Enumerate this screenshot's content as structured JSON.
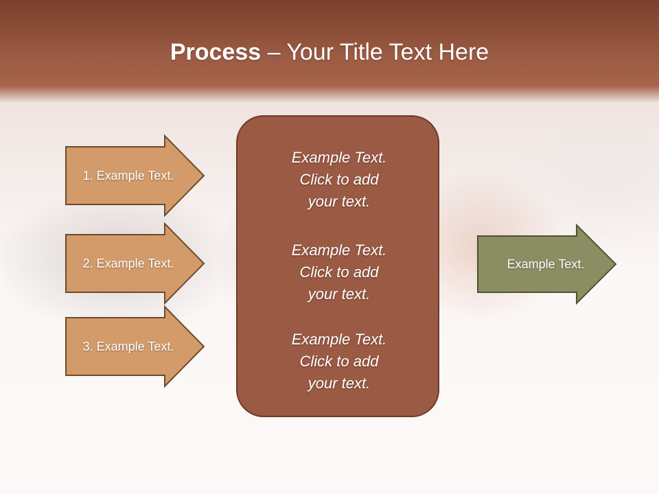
{
  "title": {
    "bold": "Process",
    "rest": " – Your Title Text Here"
  },
  "steps": [
    {
      "label": "1. Example Text."
    },
    {
      "label": "2. Example Text."
    },
    {
      "label": "3. Example Text."
    }
  ],
  "center": {
    "paragraphs": [
      {
        "lines": [
          "Example Text.",
          "Click  to add",
          "your text."
        ]
      },
      {
        "lines": [
          "Example Text.",
          "Click  to add",
          "your text."
        ]
      },
      {
        "lines": [
          "Example Text.",
          "Click  to add",
          "your text."
        ]
      }
    ]
  },
  "result": {
    "label": "Example Text."
  },
  "colors": {
    "header": "#9a5a43",
    "step_arrow": "#d39b6a",
    "center_box": "#9b5a44",
    "result_arrow": "#8a8e62"
  }
}
